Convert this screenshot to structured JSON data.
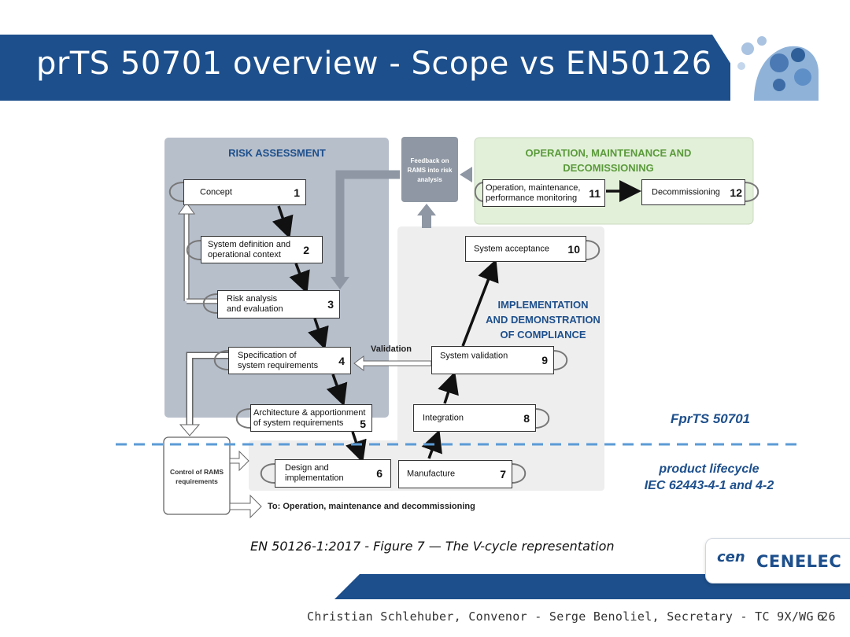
{
  "header": {
    "title": "prTS 50701 overview - Scope vs EN50126"
  },
  "diagram": {
    "risk_assessment_title": "RISK ASSESSMENT",
    "operation_title_line1": "OPERATION, MAINTENANCE AND",
    "operation_title_line2": "DECOMISSIONING",
    "implementation_title_line1": "IMPLEMENTATION",
    "implementation_title_line2": "AND DEMONSTRATION",
    "implementation_title_line3": "OF COMPLIANCE",
    "feedback_line1": "Feedback on",
    "feedback_line2": "RAMS into risk",
    "feedback_line3": "analysis",
    "control_line1": "Control of RAMS",
    "control_line2": "requirements",
    "validation_label": "Validation",
    "to_operation": "To: Operation, maintenance and decommissioning",
    "phases": [
      {
        "line1": "Concept",
        "line2": "",
        "num": "1"
      },
      {
        "line1": "System definition and",
        "line2": "operational context",
        "num": "2"
      },
      {
        "line1": "Risk analysis",
        "line2": "and evaluation",
        "num": "3"
      },
      {
        "line1": "Specification of",
        "line2": "system requirements",
        "num": "4"
      },
      {
        "line1": "Architecture & apportionment",
        "line2": "of system requirements",
        "num": "5"
      },
      {
        "line1": "Design and",
        "line2": "implementation",
        "num": "6"
      },
      {
        "line1": "Manufacture",
        "line2": "",
        "num": "7"
      },
      {
        "line1": "Integration",
        "line2": "",
        "num": "8"
      },
      {
        "line1": "System validation",
        "line2": "",
        "num": "9"
      },
      {
        "line1": "System acceptance",
        "line2": "",
        "num": "10"
      },
      {
        "line1": "Operation, maintenance,",
        "line2": "performance monitoring",
        "num": "11"
      },
      {
        "line1": "Decommissioning",
        "line2": "",
        "num": "12"
      }
    ]
  },
  "caption": "EN 50126-1:2017  -  Figure 7 — The V-cycle representation",
  "fprts_label": "FprTS 50701",
  "lifecycle_line1": "product lifecycle",
  "lifecycle_line2": "IEC 62443-4-1 and 4-2",
  "logo": {
    "cen": "cen",
    "cenelec": "CENELEC"
  },
  "footer": {
    "authors": "Christian Schlehuber, Convenor -  Serge Benoliel, Secretary -  TC 9X/WG 26",
    "page": "6"
  },
  "colors": {
    "brand_blue": "#1d4f8c",
    "risk_region": "#b7bfcb",
    "operation_region": "#e2f0d9",
    "implementation_region": "#eeeeee",
    "region_title_blue": "#1d4f8c",
    "region_title_green": "#5a9a3a",
    "dashed_line": "#5b9bd5"
  }
}
